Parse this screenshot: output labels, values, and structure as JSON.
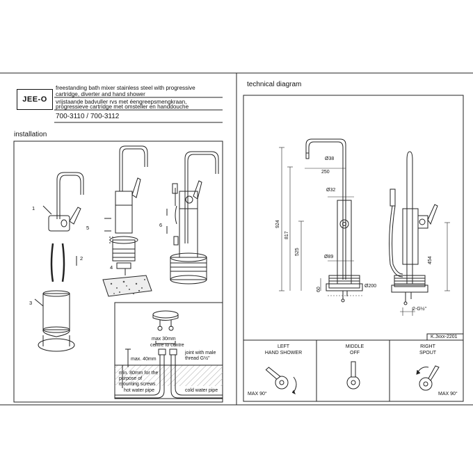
{
  "brand": "JEE-O",
  "description": {
    "en_line1": "freestanding bath mixer stainless steel with progressive",
    "en_line2": "cartridge, diverter and hand shower",
    "nl_line1": "vrijstaande badvuller rvs met éengreepsmengkraan,",
    "nl_line2": "progressieve cartridge met omsteller en handdouche"
  },
  "article_numbers": "700-3110 / 700-3112",
  "installation_title": "installation",
  "technical_title": "technical diagram",
  "install_steps": {
    "s1": "1",
    "s2": "2",
    "s3": "3",
    "s4": "4",
    "s5": "5",
    "s6": "6"
  },
  "install_detail": {
    "max_30mm": "max 30mm",
    "centre_to_centre": "centre to centre",
    "joint_line1": "joint with male",
    "joint_line2": "thread G½\"",
    "max_40mm": "max. 40mm",
    "min80_line1": "min. 80mm for the",
    "min80_line2": "purpose of",
    "min80_line3": "mounting screws",
    "hot_pipe": "hot water pipe",
    "cold_pipe": "cold water pipe"
  },
  "dimensions": {
    "d38": "Ø38",
    "w250": "250",
    "d32": "Ø32",
    "h924": "924",
    "h817": "817",
    "h525": "525",
    "d89": "Ø89",
    "h60": "60",
    "d200": "Ø200",
    "h454": "454",
    "thread": "2-G½\""
  },
  "drawing_code": "K.Jxxx-2201",
  "positions": [
    {
      "line1": "LEFT",
      "line2": "HAND SHOWER",
      "note": "MAX 90°"
    },
    {
      "line1": "MIDDLE",
      "line2": "OFF",
      "note": ""
    },
    {
      "line1": "RIGHT",
      "line2": "SPOUT",
      "note": "MAX 90°"
    }
  ]
}
